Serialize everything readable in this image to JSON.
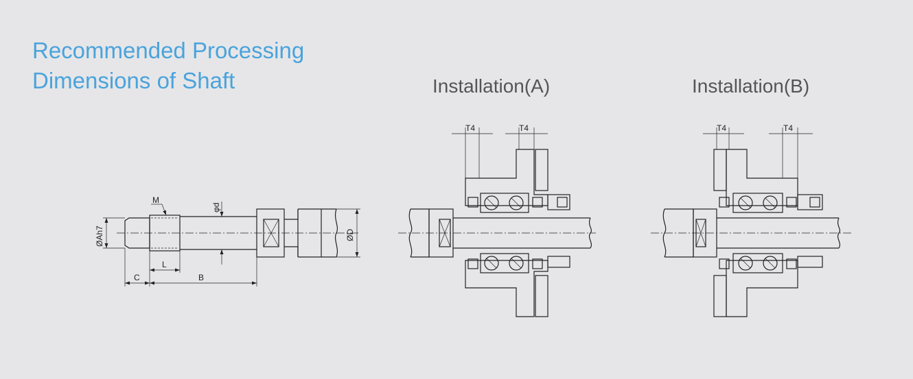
{
  "title": {
    "line1": "Recommended Processing",
    "line2": "Dimensions of Shaft"
  },
  "installations": {
    "a_label": "Installation(A)",
    "b_label": "Installation(B)"
  },
  "shaft_labels": {
    "thread": "M",
    "bearing_dia": "ØAh7",
    "d": "φd",
    "outer_dia": "ØD",
    "c": "C",
    "l": "L",
    "b": "B"
  },
  "t4_label": "T4",
  "colors": {
    "title": "#4aa3dc",
    "heading": "#555555",
    "background": "#e6e6e8",
    "line": "#222222"
  }
}
